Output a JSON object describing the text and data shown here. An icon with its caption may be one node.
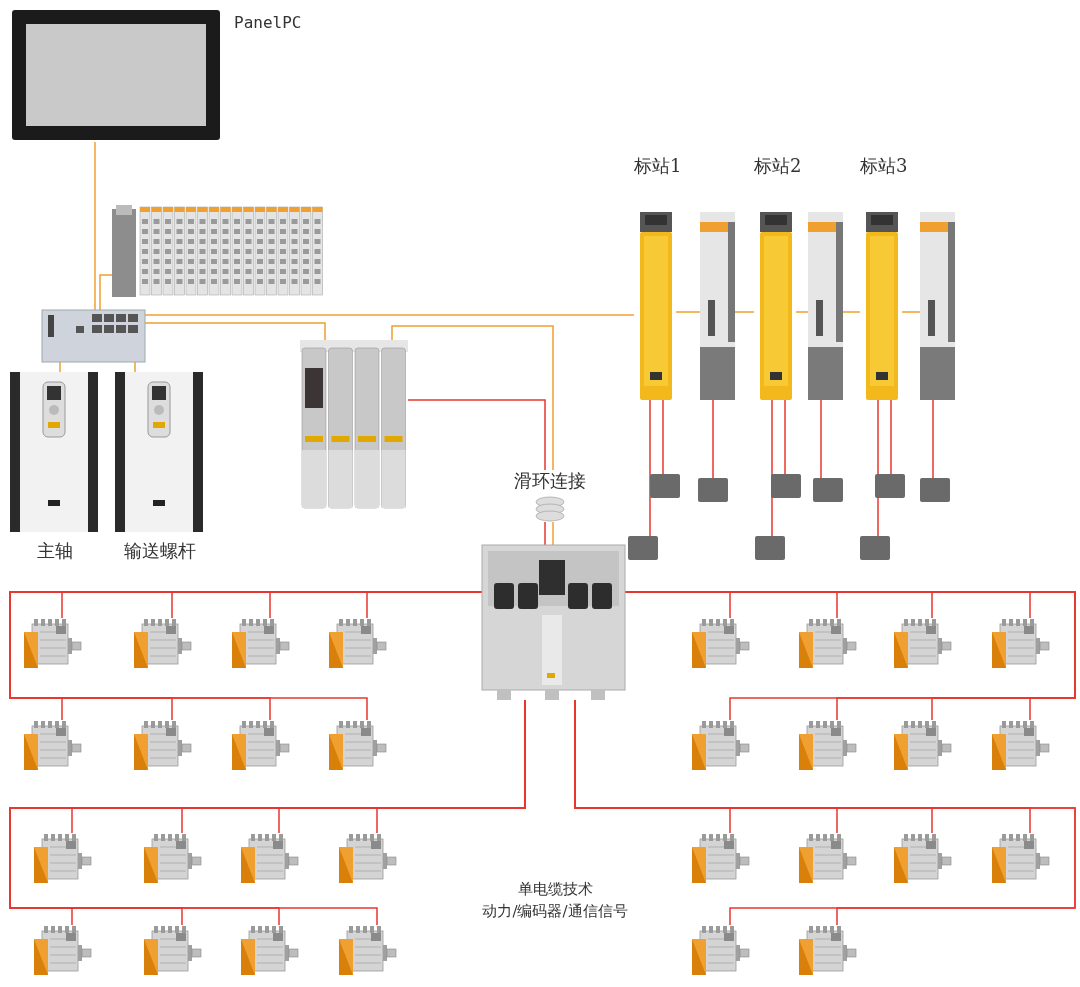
{
  "diagram": {
    "nodes": [
      {
        "text": [
          "PanelPC"
        ]
      },
      {
        "text": [],
        "shape": "picture"
      },
      {
        "text": [],
        "shape": "picture"
      },
      {
        "text": [
          "主轴"
        ]
      },
      {
        "text": [
          "输送螺杆"
        ]
      },
      {
        "text": [],
        "shape": "picture"
      },
      {
        "text": [
          "滑环连接"
        ]
      },
      {
        "text": [],
        "shape": "picture"
      },
      {
        "text": [
          "标站1"
        ]
      },
      {
        "text": [],
        "shape": "picture"
      },
      {
        "text": [
          "标站2"
        ]
      },
      {
        "text": [],
        "shape": "picture"
      },
      {
        "text": [
          "标站3"
        ]
      },
      {
        "text": [],
        "shape": "picture"
      },
      {
        "text": [],
        "shape": "box"
      },
      {
        "text": [],
        "shape": "box"
      },
      {
        "text": [],
        "shape": "box"
      },
      {
        "text": [],
        "shape": "box"
      },
      {
        "text": [],
        "shape": "box"
      },
      {
        "text": [],
        "shape": "box"
      },
      {
        "text": [],
        "shape": "box"
      },
      {
        "text": [],
        "shape": "box"
      },
      {
        "text": [],
        "shape": "box"
      },
      {
        "text": [],
        "shape": "picture"
      },
      {
        "text": [],
        "shape": "picture"
      },
      {
        "text": [],
        "shape": "picture"
      },
      {
        "text": [],
        "shape": "picture"
      },
      {
        "text": [],
        "shape": "picture"
      },
      {
        "text": [],
        "shape": "picture"
      },
      {
        "text": [],
        "shape": "picture"
      },
      {
        "text": [],
        "shape": "picture"
      },
      {
        "text": [],
        "shape": "picture"
      },
      {
        "text": [],
        "shape": "picture"
      },
      {
        "text": [],
        "shape": "picture"
      },
      {
        "text": [],
        "shape": "picture"
      },
      {
        "text": [],
        "shape": "picture"
      },
      {
        "text": [],
        "shape": "picture"
      },
      {
        "text": [],
        "shape": "picture"
      },
      {
        "text": [],
        "shape": "picture"
      },
      {
        "text": [],
        "shape": "picture"
      },
      {
        "text": [],
        "shape": "picture"
      },
      {
        "text": [],
        "shape": "picture"
      },
      {
        "text": [],
        "shape": "picture"
      },
      {
        "text": [],
        "shape": "picture"
      },
      {
        "text": [],
        "shape": "picture"
      },
      {
        "text": [],
        "shape": "picture"
      },
      {
        "text": [],
        "shape": "picture"
      },
      {
        "text": [],
        "shape": "picture"
      },
      {
        "text": [],
        "shape": "picture"
      },
      {
        "text": [],
        "shape": "picture"
      },
      {
        "text": [],
        "shape": "picture"
      },
      {
        "text": [],
        "shape": "picture"
      },
      {
        "text": [],
        "shape": "picture"
      }
    ],
    "edges": [
      {
        "from": 0,
        "to": 2,
        "arrow": "none",
        "color": "#f0a030"
      },
      {
        "from": 1,
        "to": 2,
        "arrow": "none",
        "color": "#f0a030"
      },
      {
        "from": 2,
        "to": 3,
        "arrow": "none",
        "color": "#f0a030"
      },
      {
        "from": 2,
        "to": 4,
        "arrow": "none",
        "color": "#f0a030"
      },
      {
        "from": 2,
        "to": 8,
        "arrow": "none",
        "color": "#f0a030"
      },
      {
        "from": 8,
        "to": 9,
        "arrow": "none",
        "color": "#f0a030"
      },
      {
        "from": 9,
        "to": 10,
        "arrow": "none",
        "color": "#f0a030"
      },
      {
        "from": 10,
        "to": 11,
        "arrow": "none",
        "color": "#f0a030"
      },
      {
        "from": 11,
        "to": 12,
        "arrow": "none",
        "color": "#f0a030"
      },
      {
        "from": 12,
        "to": 13,
        "arrow": "none",
        "color": "#f0a030"
      },
      {
        "from": 2,
        "to": 5,
        "arrow": "none",
        "color": "#f0a030"
      },
      {
        "from": 5,
        "to": 6,
        "arrow": "none",
        "color": "#f0a030"
      },
      {
        "from": 5,
        "to": 6,
        "arrow": "none"
      },
      {
        "from": 6,
        "to": 7,
        "arrow": "none",
        "color": "#f0a030"
      },
      {
        "from": 6,
        "to": 7,
        "arrow": "none"
      },
      {
        "from": 8,
        "to": 14,
        "arrow": "none"
      },
      {
        "from": 8,
        "to": 20,
        "arrow": "none"
      },
      {
        "from": 9,
        "to": 15,
        "arrow": "none"
      },
      {
        "from": 10,
        "to": 16,
        "arrow": "none"
      },
      {
        "from": 10,
        "to": 21,
        "arrow": "none"
      },
      {
        "from": 11,
        "to": 17,
        "arrow": "none"
      },
      {
        "from": 12,
        "to": 18,
        "arrow": "none"
      },
      {
        "from": 12,
        "to": 22,
        "arrow": "none"
      },
      {
        "from": 13,
        "to": 19,
        "arrow": "none"
      },
      {
        "from": 7,
        "to": 23,
        "arrow": "none"
      },
      {
        "from": 7,
        "to": 24,
        "arrow": "none"
      },
      {
        "from": 7,
        "to": 25,
        "arrow": "none"
      },
      {
        "from": 7,
        "to": 26,
        "arrow": "none"
      },
      {
        "from": 7,
        "to": 27,
        "arrow": "none"
      },
      {
        "from": 7,
        "to": 28,
        "arrow": "none"
      },
      {
        "from": 7,
        "to": 29,
        "arrow": "none"
      },
      {
        "from": 7,
        "to": 30,
        "arrow": "none"
      },
      {
        "from": 7,
        "to": 31,
        "arrow": "none"
      },
      {
        "from": 7,
        "to": 32,
        "arrow": "none"
      },
      {
        "from": 7,
        "to": 33,
        "arrow": "none"
      },
      {
        "from": 7,
        "to": 34,
        "arrow": "none"
      },
      {
        "from": 7,
        "to": 35,
        "arrow": "none"
      },
      {
        "from": 7,
        "to": 36,
        "arrow": "none"
      },
      {
        "from": 7,
        "to": 37,
        "arrow": "none"
      },
      {
        "from": 7,
        "to": 38,
        "arrow": "none"
      },
      {
        "from": 7,
        "to": 39,
        "arrow": "none"
      },
      {
        "from": 7,
        "to": 40,
        "arrow": "none"
      },
      {
        "from": 7,
        "to": 41,
        "arrow": "none"
      },
      {
        "from": 7,
        "to": 42,
        "arrow": "none"
      },
      {
        "from": 7,
        "to": 43,
        "arrow": "none"
      },
      {
        "from": 7,
        "to": 44,
        "arrow": "none"
      },
      {
        "from": 7,
        "to": 45,
        "arrow": "none"
      },
      {
        "from": 7,
        "to": 46,
        "arrow": "none"
      },
      {
        "from": 7,
        "to": 47,
        "arrow": "none"
      },
      {
        "from": 7,
        "to": 48,
        "arrow": "none"
      },
      {
        "from": 7,
        "to": 49,
        "arrow": "none"
      },
      {
        "from": 7,
        "to": 50,
        "arrow": "none"
      },
      {
        "from": 7,
        "to": 51,
        "arrow": "none"
      },
      {
        "from": 7,
        "to": 52,
        "arrow": "none"
      }
    ],
    "labels": [
      "单电缆技术",
      "动力/编码器/通信信号"
    ]
  }
}
